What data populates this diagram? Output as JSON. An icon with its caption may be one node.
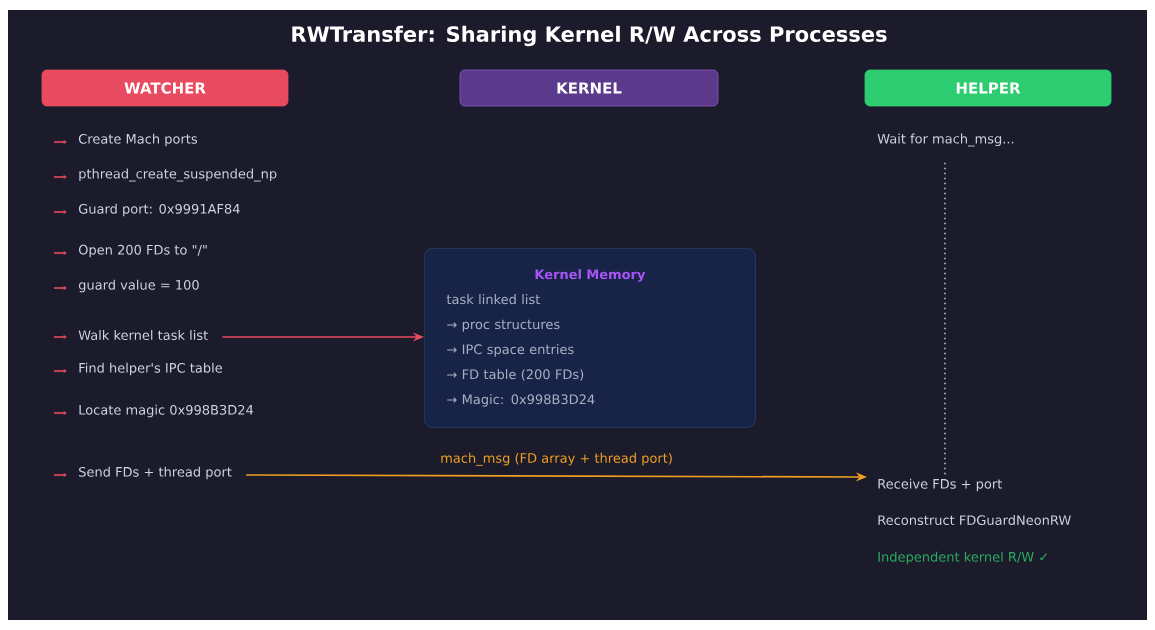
{
  "diagram": {
    "title": "RWTransfer: Sharing Kernel R/W Across Processes",
    "nodes": [
      {
        "text": [
          "WATCHER"
        ]
      },
      {
        "text": [
          "KERNEL"
        ]
      },
      {
        "text": [
          "HELPER"
        ]
      },
      {
        "text": [
          "Create Mach ports"
        ]
      },
      {
        "text": [
          "pthread_create_suspended_np"
        ]
      },
      {
        "text": [
          "Guard port: 0x9991AF84"
        ]
      },
      {
        "text": [
          "Open 200 FDs to \"/\""
        ]
      },
      {
        "text": [
          "guard value = 100"
        ]
      },
      {
        "text": [
          "Walk kernel task list"
        ]
      },
      {
        "text": [
          "Find helper's IPC table"
        ]
      },
      {
        "text": [
          "Locate magic 0x998B3D24"
        ]
      },
      {
        "text": [
          "Send FDs + thread port"
        ]
      },
      {
        "text": [
          "Kernel Memory",
          "task linked list",
          "→ proc structures",
          "→ IPC space entries",
          "→ FD table (200 FDs)",
          "→ Magic: 0x998B3D24"
        ]
      },
      {
        "text": [
          "Wait for mach_msg..."
        ]
      },
      {
        "text": [
          "Receive FDs + port"
        ]
      },
      {
        "text": [
          "Reconstruct FDGuardNeonRW"
        ]
      },
      {
        "text": [
          "Independent kernel R/W ✓"
        ]
      }
    ],
    "edges": [
      {
        "from": 8,
        "to": 12,
        "arrow": "to",
        "color": "#e84a5f"
      },
      {
        "from": 11,
        "to": 14,
        "arrow": "to",
        "label": "mach_msg (FD array + thread port)",
        "color": "#f0a020"
      },
      {
        "from": 13,
        "to": 14,
        "arrow": "none",
        "style": "dashed"
      }
    ]
  }
}
